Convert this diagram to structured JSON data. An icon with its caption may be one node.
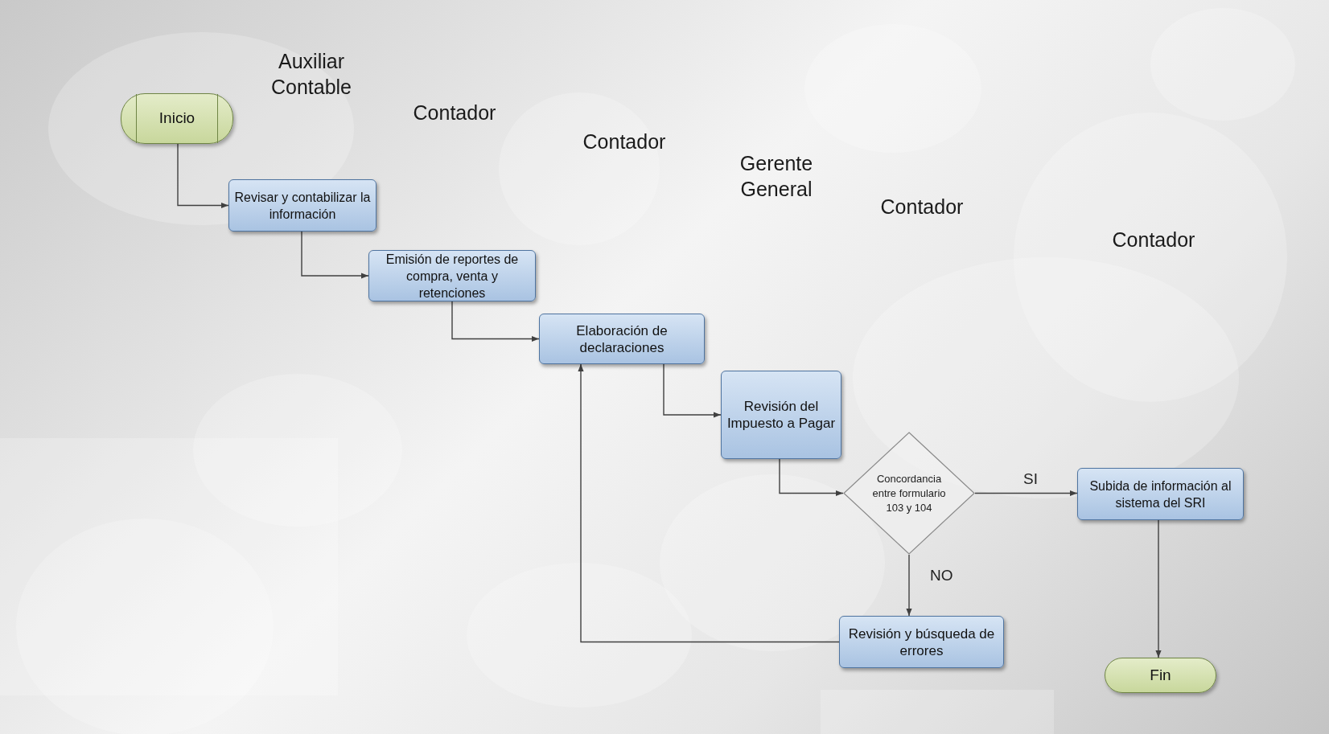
{
  "diagram": {
    "nodes": [
      {
        "text": [
          "Inicio"
        ]
      },
      {
        "text": [
          "Revisar y contabilizar la información"
        ]
      },
      {
        "text": [
          "Emisión de reportes de compra, venta y retenciones"
        ]
      },
      {
        "text": [
          "Elaboración de declaraciones"
        ]
      },
      {
        "text": [
          "Revisión del Impuesto a Pagar"
        ]
      },
      {
        "text": [
          "Concordancia entre formulario 103 y 104"
        ]
      },
      {
        "text": [
          "Subida de información al sistema del SRI"
        ]
      },
      {
        "text": [
          "Revisión y búsqueda de errores"
        ]
      },
      {
        "text": [
          "Fin"
        ]
      }
    ],
    "edges": [
      {
        "from": 0,
        "to": 1,
        "arrow": "to"
      },
      {
        "from": 1,
        "to": 2,
        "arrow": "to"
      },
      {
        "from": 2,
        "to": 3,
        "arrow": "to"
      },
      {
        "from": 3,
        "to": 4,
        "arrow": "to"
      },
      {
        "from": 4,
        "to": 5,
        "arrow": "to"
      },
      {
        "from": 5,
        "to": 6,
        "arrow": "to",
        "label": "SI"
      },
      {
        "from": 5,
        "to": 7,
        "arrow": "to",
        "label": "NO"
      },
      {
        "from": 7,
        "to": 3,
        "arrow": "to"
      },
      {
        "from": 6,
        "to": 8,
        "arrow": "to"
      }
    ],
    "labels": [
      "Auxiliar Contable",
      "Contador",
      "Contador",
      "Gerente General",
      "Contador",
      "Contador"
    ]
  }
}
